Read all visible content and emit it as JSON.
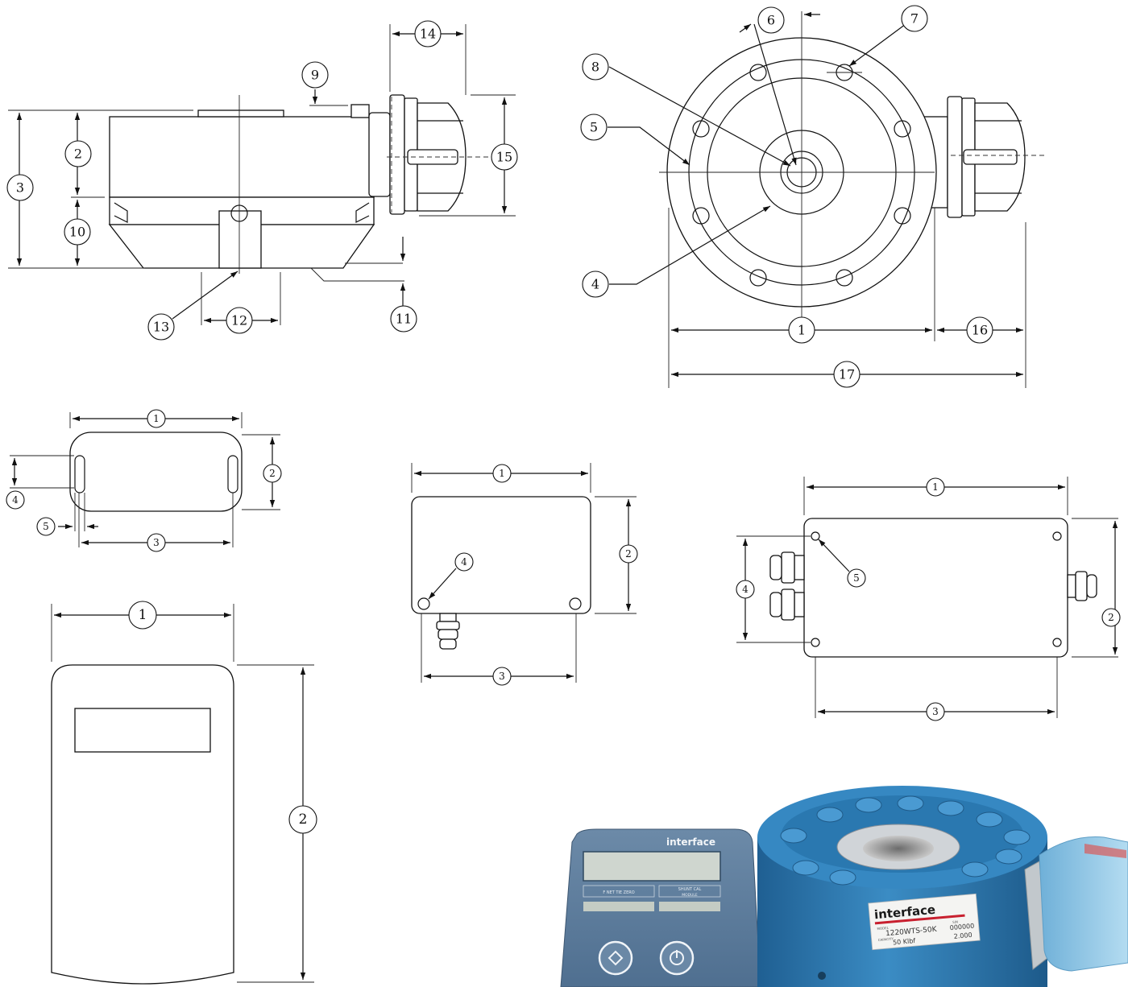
{
  "views": {
    "load_cell_side": {
      "callouts": [
        "2",
        "3",
        "9",
        "10",
        "11",
        "12",
        "13",
        "14",
        "15"
      ]
    },
    "load_cell_top": {
      "callouts": [
        "1",
        "4",
        "5",
        "6",
        "7",
        "8",
        "16",
        "17"
      ]
    },
    "bracket": {
      "callouts": [
        "1",
        "2",
        "3",
        "4",
        "5"
      ]
    },
    "junction_box_small": {
      "callouts": [
        "1",
        "2",
        "3",
        "4"
      ]
    },
    "junction_box_large": {
      "callouts": [
        "1",
        "2",
        "3",
        "4",
        "5"
      ]
    },
    "handheld_display": {
      "callouts": [
        "1",
        "2"
      ]
    }
  },
  "photo": {
    "display_brand": "interface",
    "display_key_left": "F  NET  TIE  ZERO",
    "display_key_right": "SHUNT CAL",
    "display_key_right_sub": "MODULE",
    "label_brand": "interface",
    "label_sn_caption": "S/N",
    "label_serial": "000000",
    "label_model_caption": "MODEL",
    "label_model": "1220WTS-50K",
    "label_capacity_caption": "CAPACITY",
    "label_capacity": "50  Klbf",
    "label_output": "2.000"
  },
  "colors": {
    "line": "#111111",
    "cell_blue": "#2f7fb6",
    "cap_blue": "#8cc3e3",
    "display_blue": "#5e7d9c",
    "brand_red": "#c8202f"
  }
}
